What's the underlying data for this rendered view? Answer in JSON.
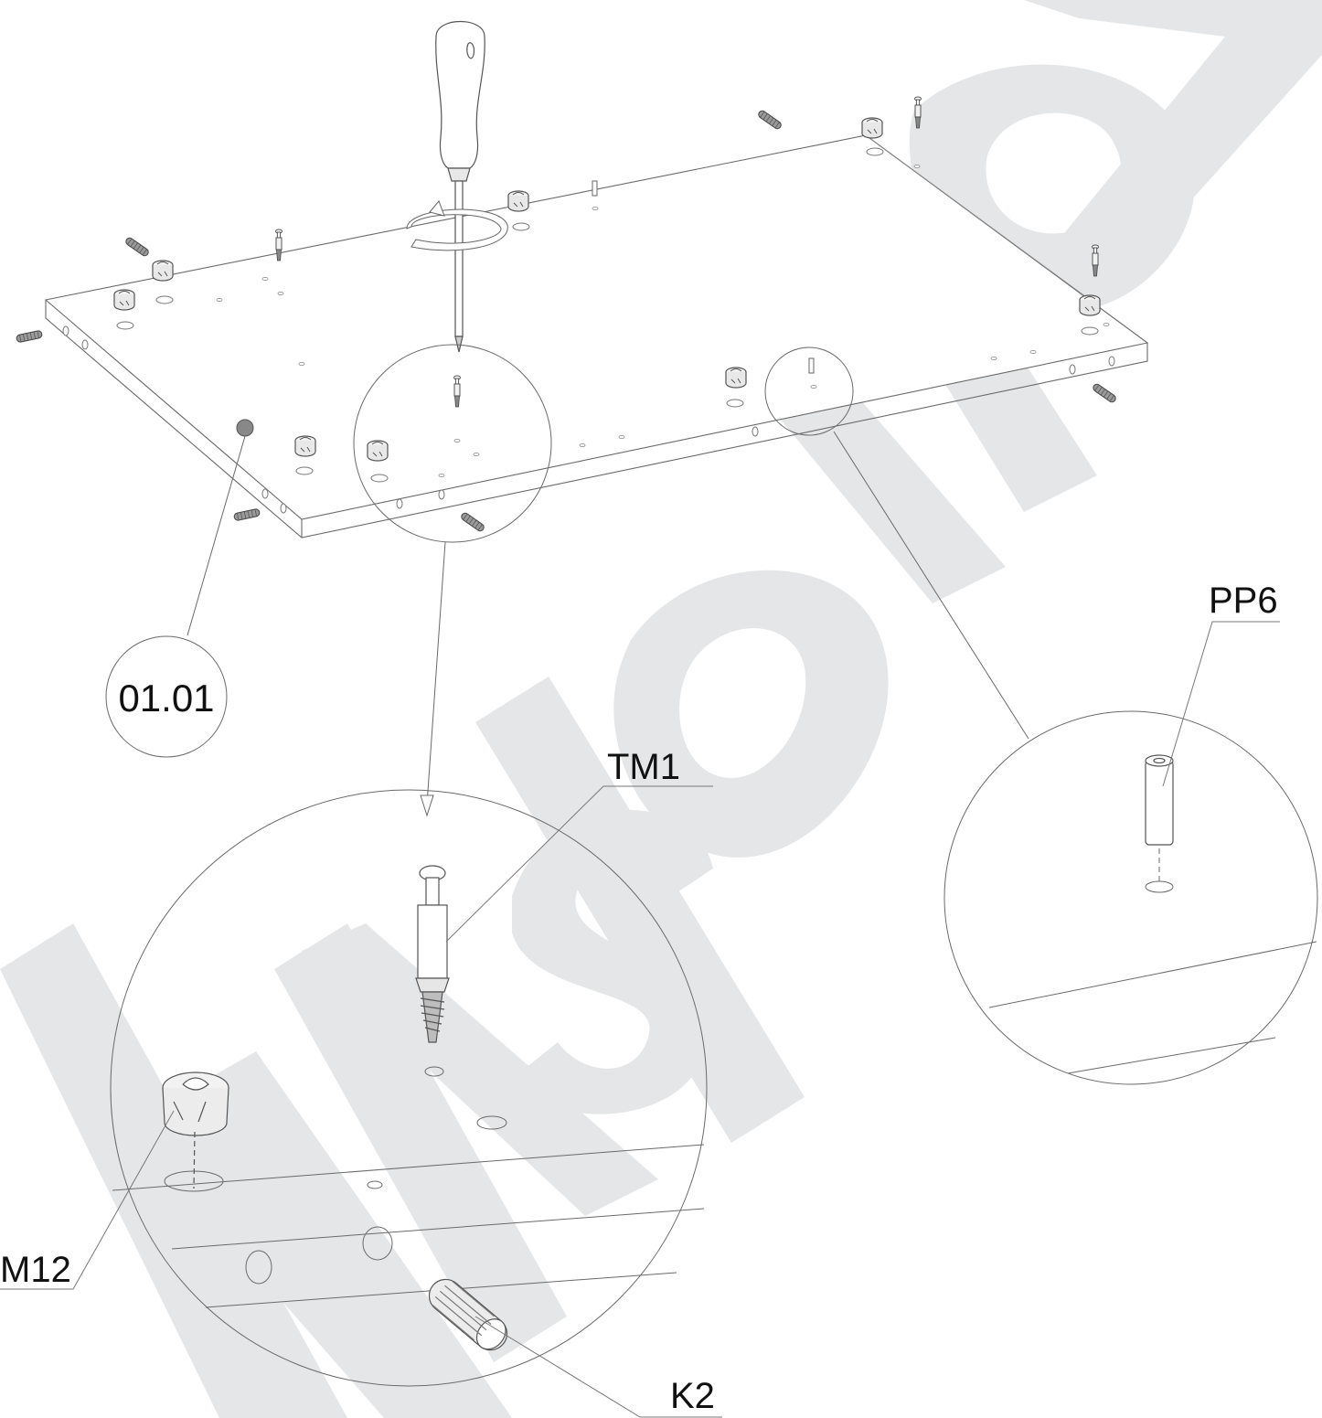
{
  "diagram": {
    "labels": {
      "panel_id": "01.01",
      "cam_bolt": "TM1",
      "dowel_pin": "PP6",
      "cam_lock": "M12",
      "wood_dowel": "K2"
    },
    "watermark": "wilsond",
    "colors": {
      "line": "#6a6a6a",
      "watermark": "#e4e6e7",
      "label": "#111111",
      "part_fill": "#f2f2f2",
      "dowel_fill": "#9a9a9a"
    },
    "icons": [
      "screwdriver-icon",
      "rotation-arrow-icon",
      "cam-lock-icon",
      "cam-bolt-icon",
      "wood-dowel-icon",
      "dowel-pin-icon"
    ]
  }
}
